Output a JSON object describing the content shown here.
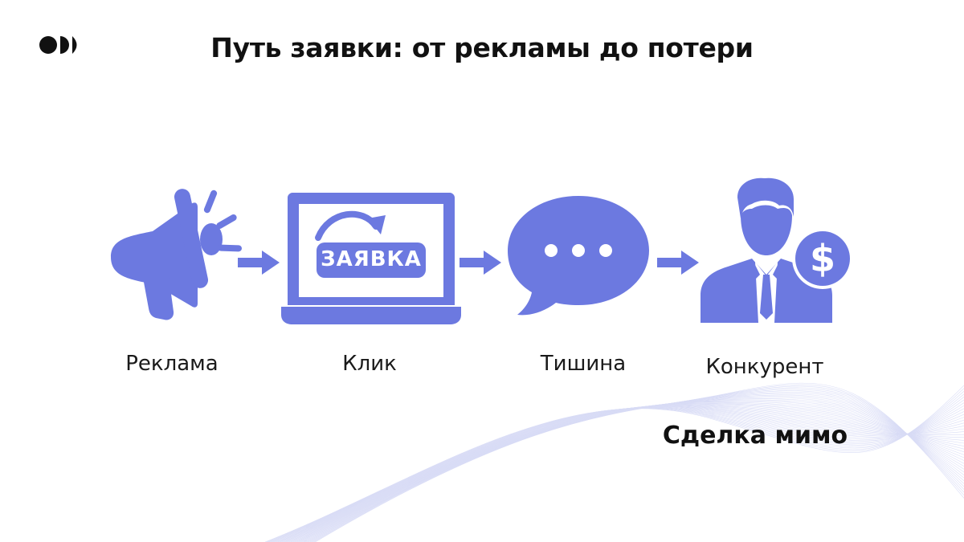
{
  "title": "Путь заявки: от рекламы до потери",
  "accent_color": "#6c79e0",
  "steps": [
    {
      "label": "Реклама",
      "icon": "megaphone-icon"
    },
    {
      "label": "Клик",
      "icon": "laptop-icon"
    },
    {
      "label": "Тишина",
      "icon": "chat-bubble-icon"
    },
    {
      "label": "Конкурент",
      "icon": "businessman-dollar-icon"
    }
  ],
  "laptop_button_text": "ЗАЯВКА",
  "footer_note": "Сделка мимо"
}
